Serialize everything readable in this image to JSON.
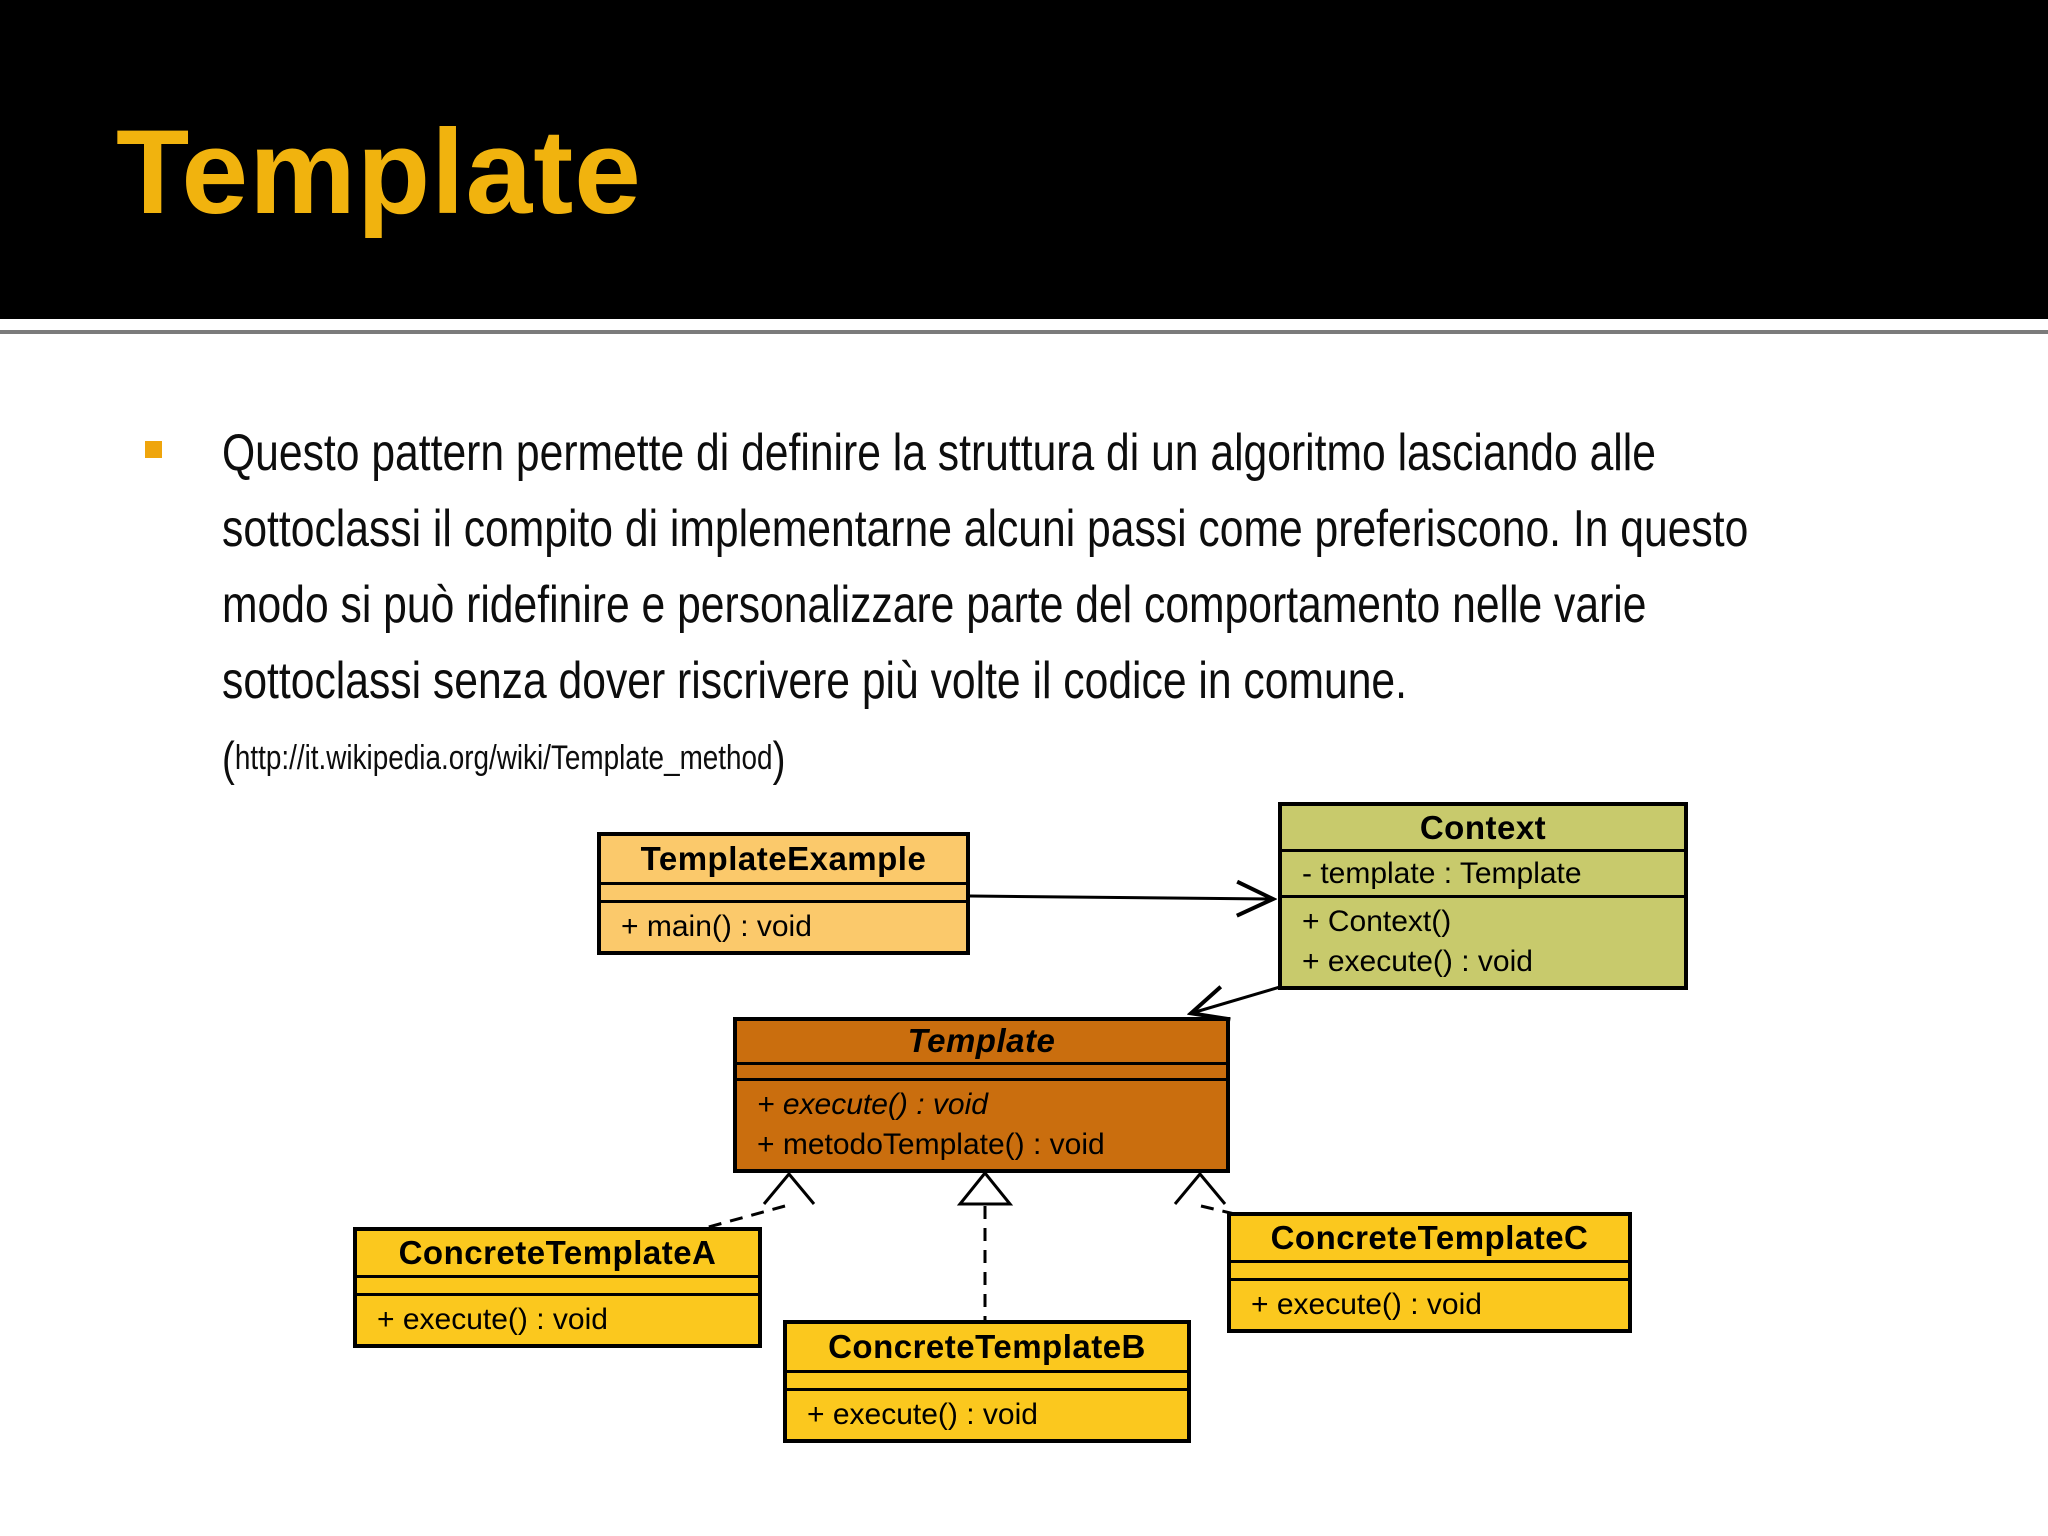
{
  "slide": {
    "title": "Template",
    "paragraph_lines": [
      "Questo pattern permette di definire la struttura di un algoritmo lasciando alle",
      "sottoclassi il compito di implementarne alcuni passi come preferiscono. In questo",
      "modo si può ridefinire e personalizzare parte del comportamento nelle varie",
      "sottoclassi senza dover riscrivere più volte il codice in comune."
    ],
    "citation": {
      "open": "(",
      "url": "http://it.wikipedia.org/wiki/Template_method",
      "close": ")"
    }
  },
  "diagram": {
    "classes": [
      {
        "name": "TemplateExample",
        "attributes": [],
        "methods": [
          "+ main() : void"
        ]
      },
      {
        "name": "Context",
        "attributes": [
          "- template : Template"
        ],
        "methods": [
          "+ Context()",
          "+ execute() : void"
        ]
      },
      {
        "name": "Template",
        "attributes": [],
        "methods": [
          "+ execute() : void",
          "+ metodoTemplate() : void"
        ]
      },
      {
        "name": "ConcreteTemplateA",
        "attributes": [],
        "methods": [
          "+ execute() : void"
        ]
      },
      {
        "name": "ConcreteTemplateB",
        "attributes": [],
        "methods": [
          "+ execute() : void"
        ]
      },
      {
        "name": "ConcreteTemplateC",
        "attributes": [],
        "methods": [
          "+ execute() : void"
        ]
      }
    ],
    "relationships": [
      {
        "from": "TemplateExample",
        "to": "Context",
        "type": "association-arrow"
      },
      {
        "from": "Context",
        "to": "Template",
        "type": "association-arrow"
      },
      {
        "from": "ConcreteTemplateA",
        "to": "Template",
        "type": "generalization-dashed"
      },
      {
        "from": "ConcreteTemplateB",
        "to": "Template",
        "type": "generalization-dashed"
      },
      {
        "from": "ConcreteTemplateC",
        "to": "Template",
        "type": "generalization-dashed"
      }
    ]
  },
  "colors": {
    "header_black": "#000000",
    "title_gold": "#F1B30E",
    "bullet_orange": "#EFA50C",
    "rule_gray": "#7B7B7B",
    "class_fill_template_example": "#FBC96B",
    "class_fill_context": "#C8CA6C",
    "class_fill_template": "#CA6E0E",
    "class_fill_concrete": "#FBC81E",
    "diagram_line": "#000000"
  }
}
